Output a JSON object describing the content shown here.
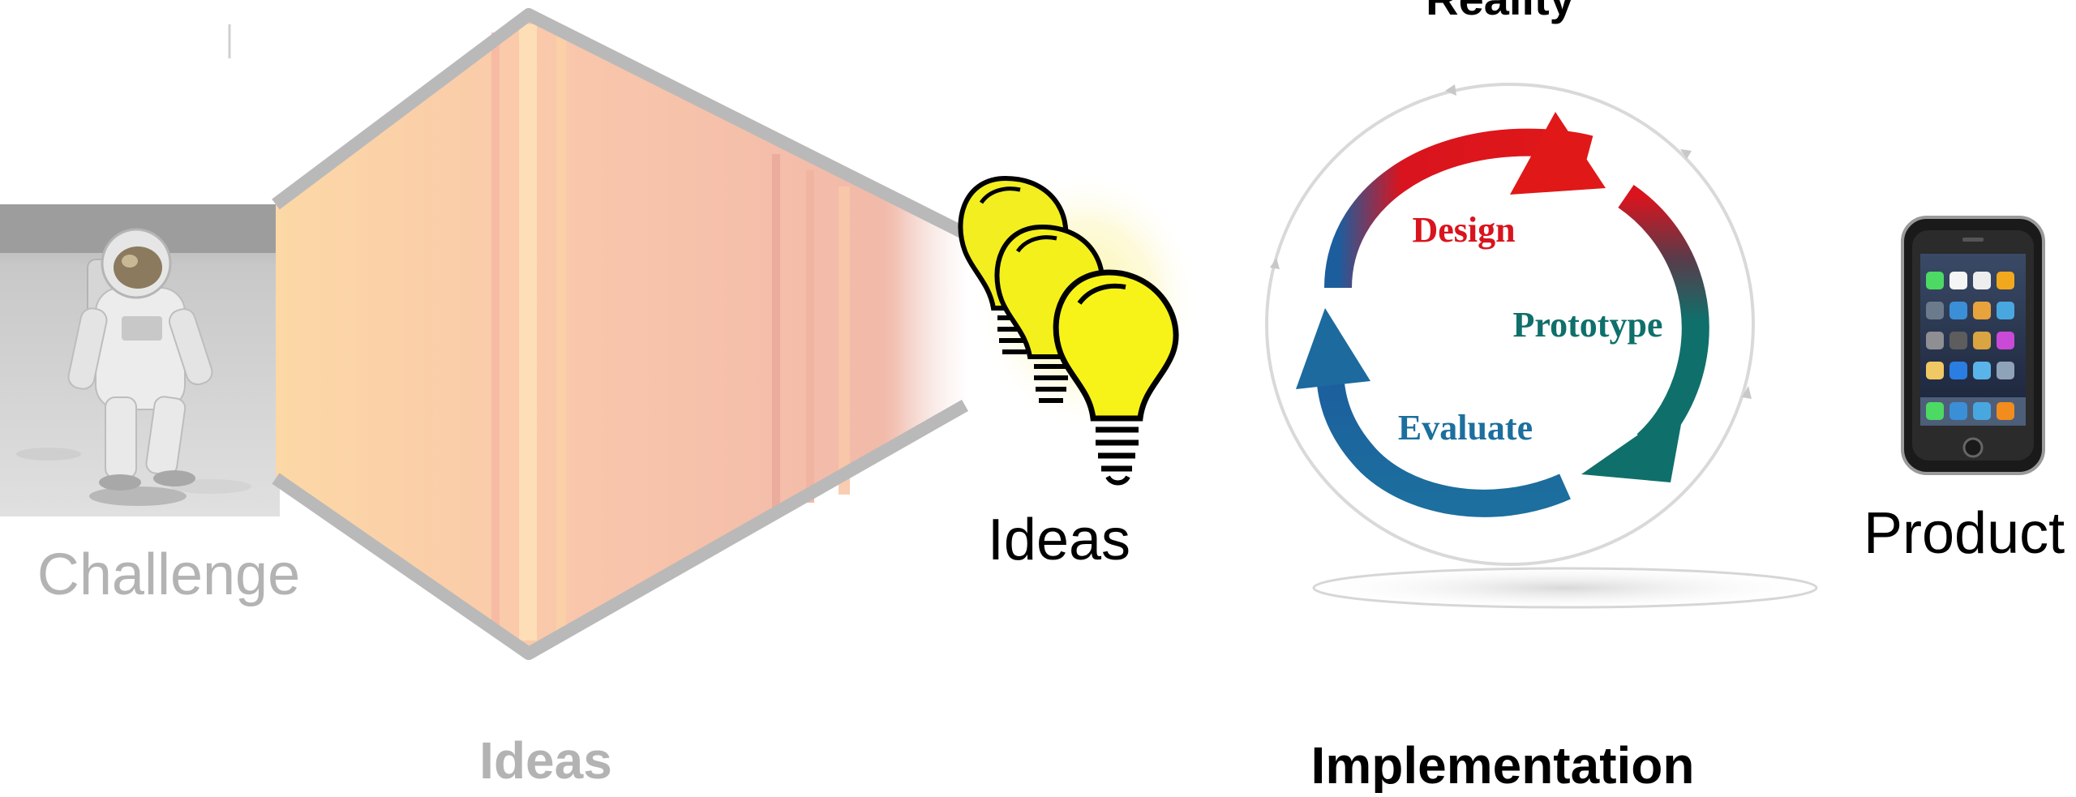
{
  "labels": {
    "reality": "Reality",
    "challenge": "Challenge",
    "ideas_bottom": "Ideas",
    "ideas_bulbs": "Ideas",
    "implementation": "Implementation",
    "product": "Product"
  },
  "cycle": {
    "design": "Design",
    "prototype": "Prototype",
    "evaluate": "Evaluate"
  },
  "colors": {
    "funnel_orange": "#fcd8a6",
    "funnel_salmon": "#f9c2ab",
    "funnel_outline": "#b9b9b9",
    "design_red": "#d9141e",
    "prototype_teal": "#0f6f6b",
    "evaluate_blue": "#1c6f9e",
    "bulb_yellow": "#f7f318"
  },
  "icons": {
    "astronaut": "astronaut-photo",
    "bulbs": "lightbulb-icon",
    "phone": "smartphone-icon"
  }
}
